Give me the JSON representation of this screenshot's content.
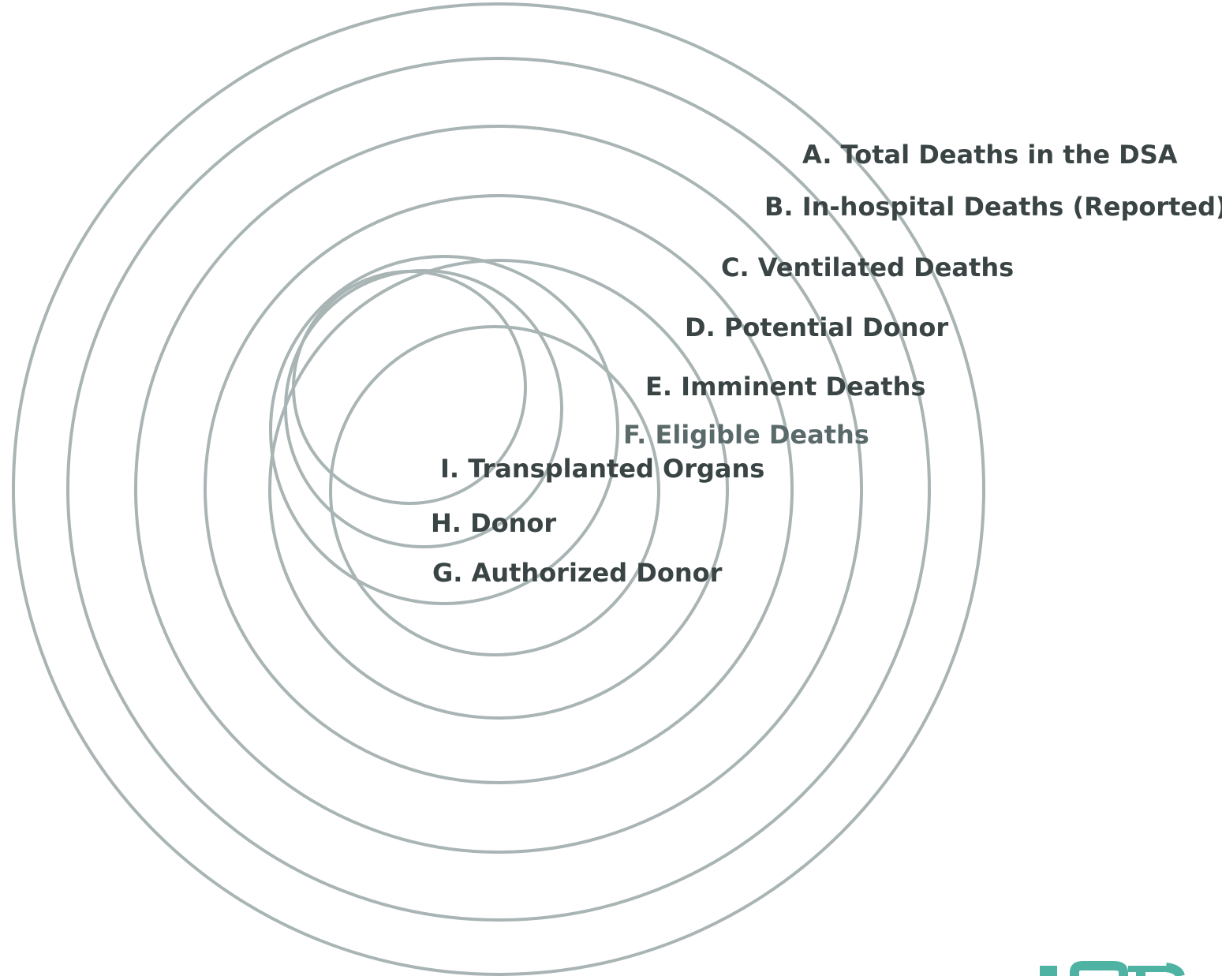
{
  "colors": {
    "ring_stroke": "#a9b4b4",
    "label_text": "#3a4444",
    "label_text_light": "#5a6a6a",
    "logo_teal": "#4fb3a4",
    "background": "#ffffff"
  },
  "rings": [
    {
      "id": "ring-a",
      "name": "total-deaths-ring"
    },
    {
      "id": "ring-b",
      "name": "in-hospital-deaths-ring"
    },
    {
      "id": "ring-c",
      "name": "ventilated-deaths-ring"
    },
    {
      "id": "ring-d",
      "name": "potential-donor-ring"
    },
    {
      "id": "ring-e",
      "name": "imminent-deaths-ring"
    },
    {
      "id": "ring-f",
      "name": "eligible-deaths-ring"
    },
    {
      "id": "ring-g",
      "name": "authorized-donor-ring"
    },
    {
      "id": "ring-h",
      "name": "donor-ring"
    },
    {
      "id": "ring-i",
      "name": "transplanted-organs-ring"
    }
  ],
  "labels": {
    "a": "A. Total Deaths in the DSA",
    "b": "B. In-hospital Deaths (Reported)",
    "c": "C. Ventilated Deaths",
    "d": "D. Potential Donor",
    "e": "E. Imminent Deaths",
    "f": "F. Eligible Deaths",
    "g": "G. Authorized Donor",
    "h": "H. Donor",
    "i": "I. Transplanted Organs"
  },
  "logo": {
    "icon": "logo-mark"
  }
}
